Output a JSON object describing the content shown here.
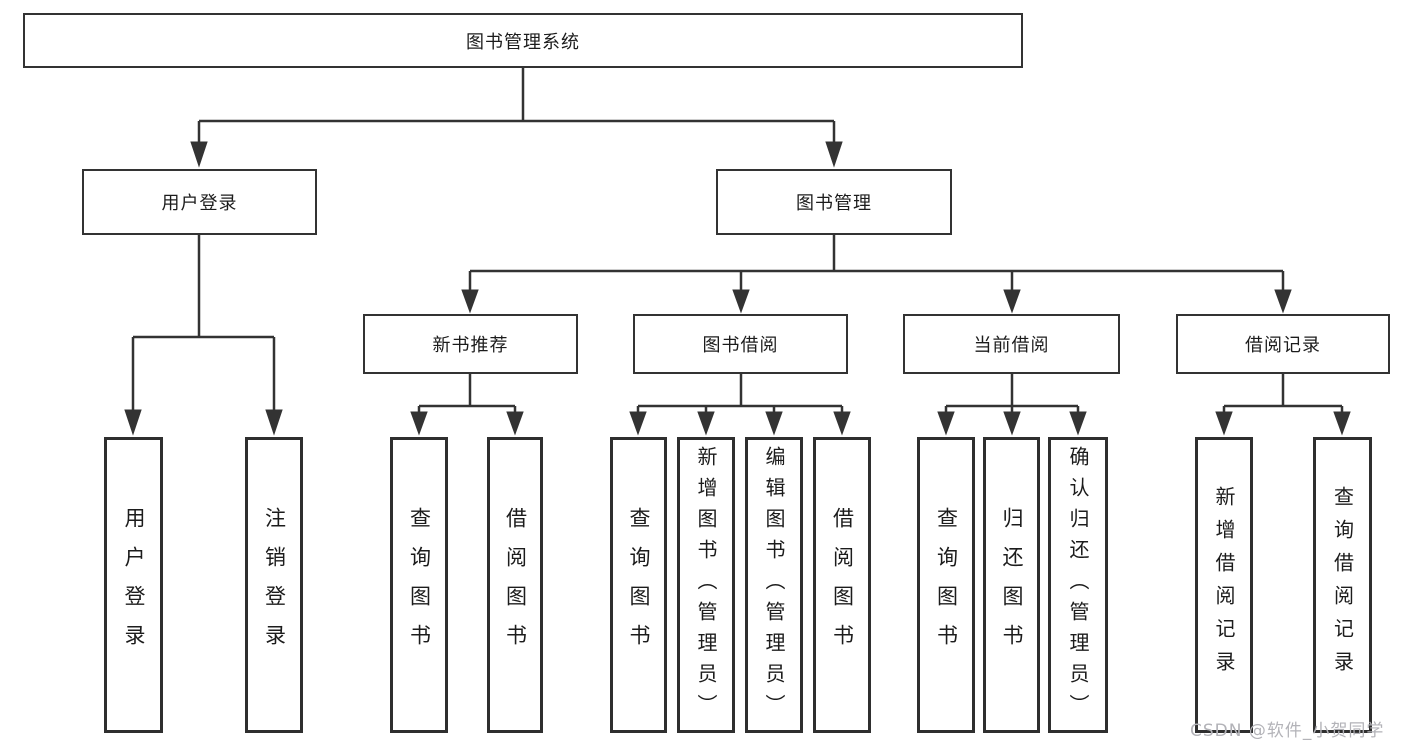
{
  "nodes": {
    "root": "图书管理系统",
    "userLogin": "用户登录",
    "bookMgmt": "图书管理",
    "newBooks": "新书推荐",
    "bookBorrow": "图书借阅",
    "currentBorrow": "当前借阅",
    "borrowRecords": "借阅记录",
    "leafUserLogin": "用户登录",
    "leafLogout": "注销登录",
    "nbQuery": "查询图书",
    "nbBorrow": "借阅图书",
    "bbQuery": "查询图书",
    "bbAdd": "新增图书（管理员）",
    "bbEdit": "编辑图书（管理员）",
    "bbBorrow": "借阅图书",
    "cbQuery": "查询图书",
    "cbReturn": "归还图书",
    "cbConfirm": "确认归还（管理员）",
    "brAdd": "新增借阅记录",
    "brQuery": "查询借阅记录"
  },
  "hierarchy": {
    "图书管理系统": [
      "用户登录",
      "图书管理"
    ],
    "用户登录": [
      "用户登录",
      "注销登录"
    ],
    "图书管理": [
      "新书推荐",
      "图书借阅",
      "当前借阅",
      "借阅记录"
    ],
    "新书推荐": [
      "查询图书",
      "借阅图书"
    ],
    "图书借阅": [
      "查询图书",
      "新增图书（管理员）",
      "编辑图书（管理员）",
      "借阅图书"
    ],
    "当前借阅": [
      "查询图书",
      "归还图书",
      "确认归还（管理员）"
    ],
    "借阅记录": [
      "新增借阅记录",
      "查询借阅记录"
    ]
  },
  "watermark": "CSDN @软件_小贺同学",
  "colors": {
    "line": "#333333",
    "box_border": "#333333",
    "text": "#1c1c1c",
    "watermark": "#b3b3b8",
    "background": "#ffffff"
  }
}
